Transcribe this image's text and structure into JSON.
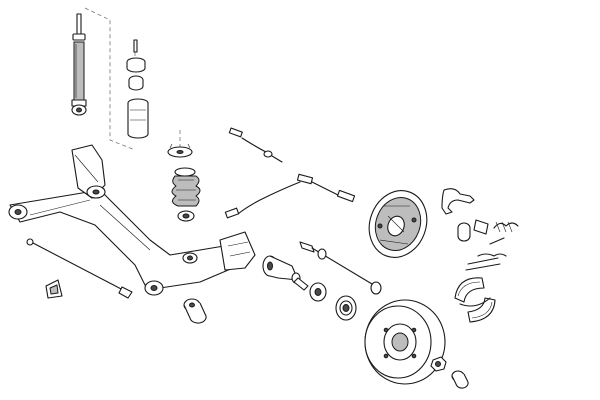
{
  "diagram": {
    "parts": [
      {
        "id": "shock-absorber"
      },
      {
        "id": "bump-stop-kit"
      },
      {
        "id": "spring-pad"
      },
      {
        "id": "coil-spring"
      },
      {
        "id": "axle-beam"
      },
      {
        "id": "track-rod"
      },
      {
        "id": "axle-bush"
      },
      {
        "id": "bracket"
      },
      {
        "id": "handbrake-cable-short"
      },
      {
        "id": "handbrake-cable-long"
      },
      {
        "id": "stub-axle"
      },
      {
        "id": "drive-shaft"
      },
      {
        "id": "wheel-bearing"
      },
      {
        "id": "backing-plate"
      },
      {
        "id": "brake-drum"
      },
      {
        "id": "brake-hose"
      },
      {
        "id": "wheel-cylinder"
      },
      {
        "id": "adjuster-kit"
      },
      {
        "id": "brake-shoes"
      },
      {
        "id": "hub-nut"
      },
      {
        "id": "dust-cap"
      }
    ]
  }
}
